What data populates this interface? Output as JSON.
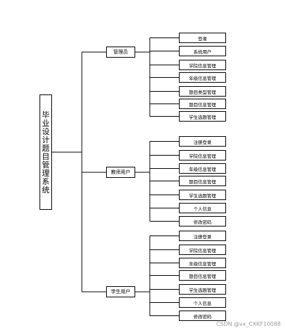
{
  "root": {
    "title": "毕业设计题目管理系统"
  },
  "branches": [
    {
      "label": "管理员",
      "items": [
        "登录",
        "系统用户",
        "学院信息管理",
        "年级信息管理",
        "题目类型管理",
        "题目信息管理",
        "学生选题管理"
      ]
    },
    {
      "label": "教师用户",
      "items": [
        "注册登录",
        "学院信息管理",
        "年级信息管理",
        "题目信息管理",
        "学生选题管理",
        "个人信息",
        "修改密码"
      ]
    },
    {
      "label": "学生用户",
      "items": [
        "注册登录",
        "学院信息管理",
        "年级信息管理",
        "题目信息管理",
        "学生选题管理",
        "个人信息",
        "修改密码"
      ]
    }
  ],
  "watermark": "CSDN @vx_CXKF10088",
  "colors": {
    "line": "#000000",
    "box_border": "#000000",
    "background": "#ffffff",
    "watermark": "#9a9a9a"
  }
}
